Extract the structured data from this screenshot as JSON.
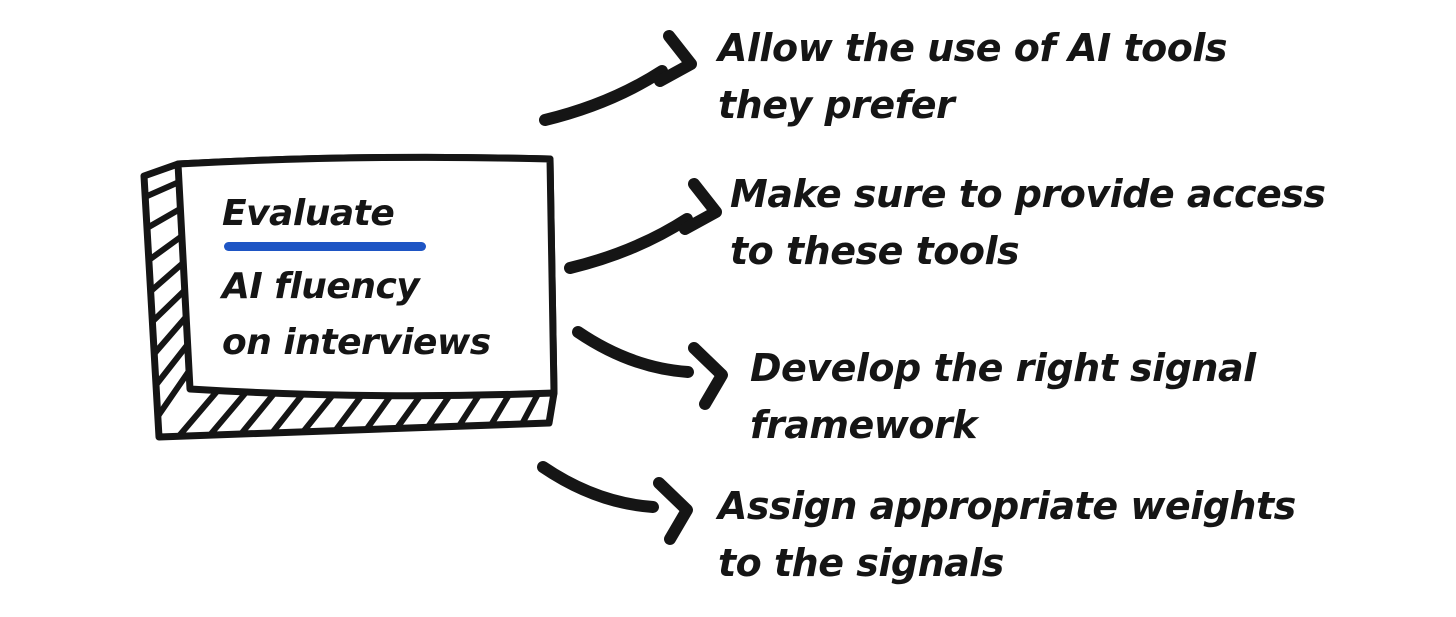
{
  "canvas": {
    "background": "#ffffff"
  },
  "colors": {
    "ink": "#151515",
    "underline_blue": "#1e55c4"
  },
  "card": {
    "title": "Evaluate",
    "lines": [
      "AI fluency",
      "on interviews"
    ]
  },
  "branches": [
    {
      "line1": "Allow the use of AI tools",
      "line2": "they prefer",
      "arrow_direction": "up"
    },
    {
      "line1": "Make sure to provide access",
      "line2": "to these tools",
      "arrow_direction": "up"
    },
    {
      "line1": "Develop the right signal",
      "line2": "framework",
      "arrow_direction": "down"
    },
    {
      "line1": "Assign appropriate weights",
      "line2": "to the signals",
      "arrow_direction": "down"
    }
  ]
}
